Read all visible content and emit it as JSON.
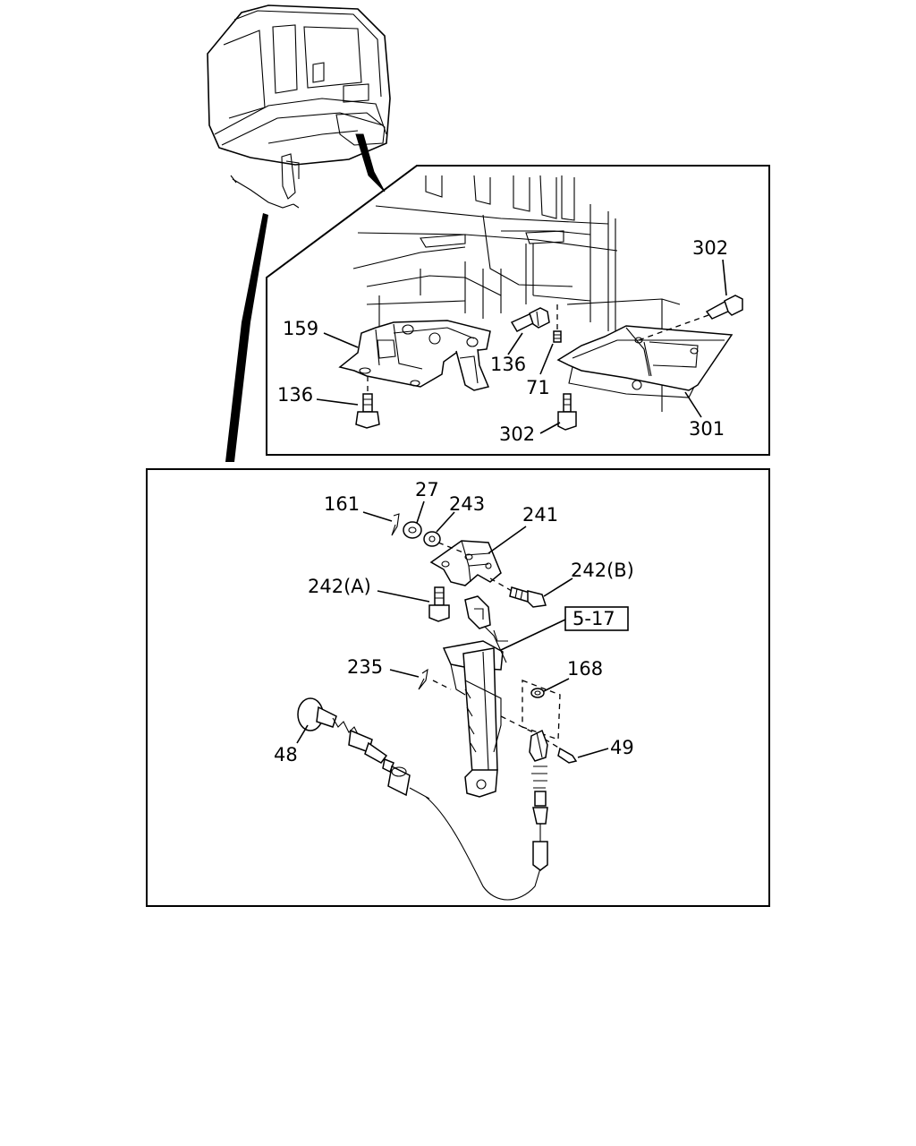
{
  "callouts": {
    "c302_top": "302",
    "c159": "159",
    "c136_mid": "136",
    "c71": "71",
    "c136_left": "136",
    "c302_bottom": "302",
    "c301": "301",
    "c161": "161",
    "c27": "27",
    "c243": "243",
    "c241": "241",
    "c242b": "242(B)",
    "c242a": "242(A)",
    "c5_17": "5-17",
    "c235": "235",
    "c168": "168",
    "c48": "48",
    "c49": "49"
  }
}
